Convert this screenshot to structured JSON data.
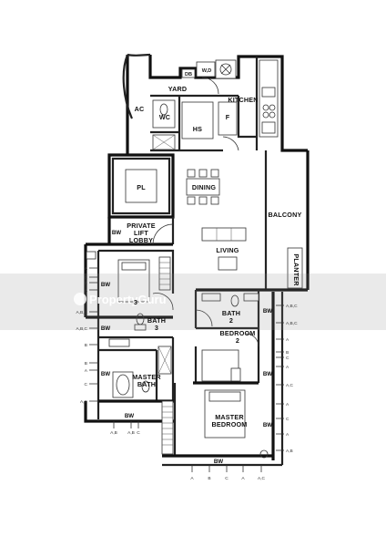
{
  "rooms": {
    "ac": "AC",
    "db": "DB",
    "wd": "W,D",
    "yard": "YARD",
    "kitchen": "KITCHEN",
    "wc": "WC",
    "hs": "HS",
    "f": "F",
    "pl": "PL",
    "dining": "DINING",
    "balcony": "BALCONY",
    "private_lift_lobby": [
      "PRIVATE",
      "LIFT",
      "LOBBY"
    ],
    "living": "LIVING",
    "planter": "PLANTER",
    "bath2": [
      "BATH",
      "2"
    ],
    "bath3": [
      "BATH",
      "3"
    ],
    "bedroom2": [
      "BEDROOM",
      "2"
    ],
    "bedroom3_num": "3",
    "master_bath": [
      "MASTER",
      "BATH"
    ],
    "master_bedroom": [
      "MASTER",
      "BEDROOM"
    ]
  },
  "bw_labels": {
    "lobby_left": "BW",
    "bed3_left": "BW",
    "bath3_left": "BW",
    "mbath_left": "BW",
    "mbath_bottom": "BW",
    "bath2_right": "BW",
    "bed2_right": "BW",
    "mbed_right": "BW",
    "mbed_bottom": "BW"
  },
  "left_ticks": [
    "A",
    "C",
    "B",
    "A",
    "A,B,C",
    "A,B,C",
    "B",
    "B",
    "A",
    "C",
    "A,C"
  ],
  "left_bottom_ticks": [
    "A,B",
    "A,B",
    "C"
  ],
  "right_ticks": [
    "A,B,C",
    "A,B,C",
    "A",
    "B",
    "C",
    "A",
    "A,C",
    "A",
    "C",
    "A",
    "A,B"
  ],
  "bottom_ticks": [
    "A",
    "B",
    "C",
    "A",
    "A,C"
  ],
  "watermark": {
    "brand": "PropertyGuru"
  }
}
